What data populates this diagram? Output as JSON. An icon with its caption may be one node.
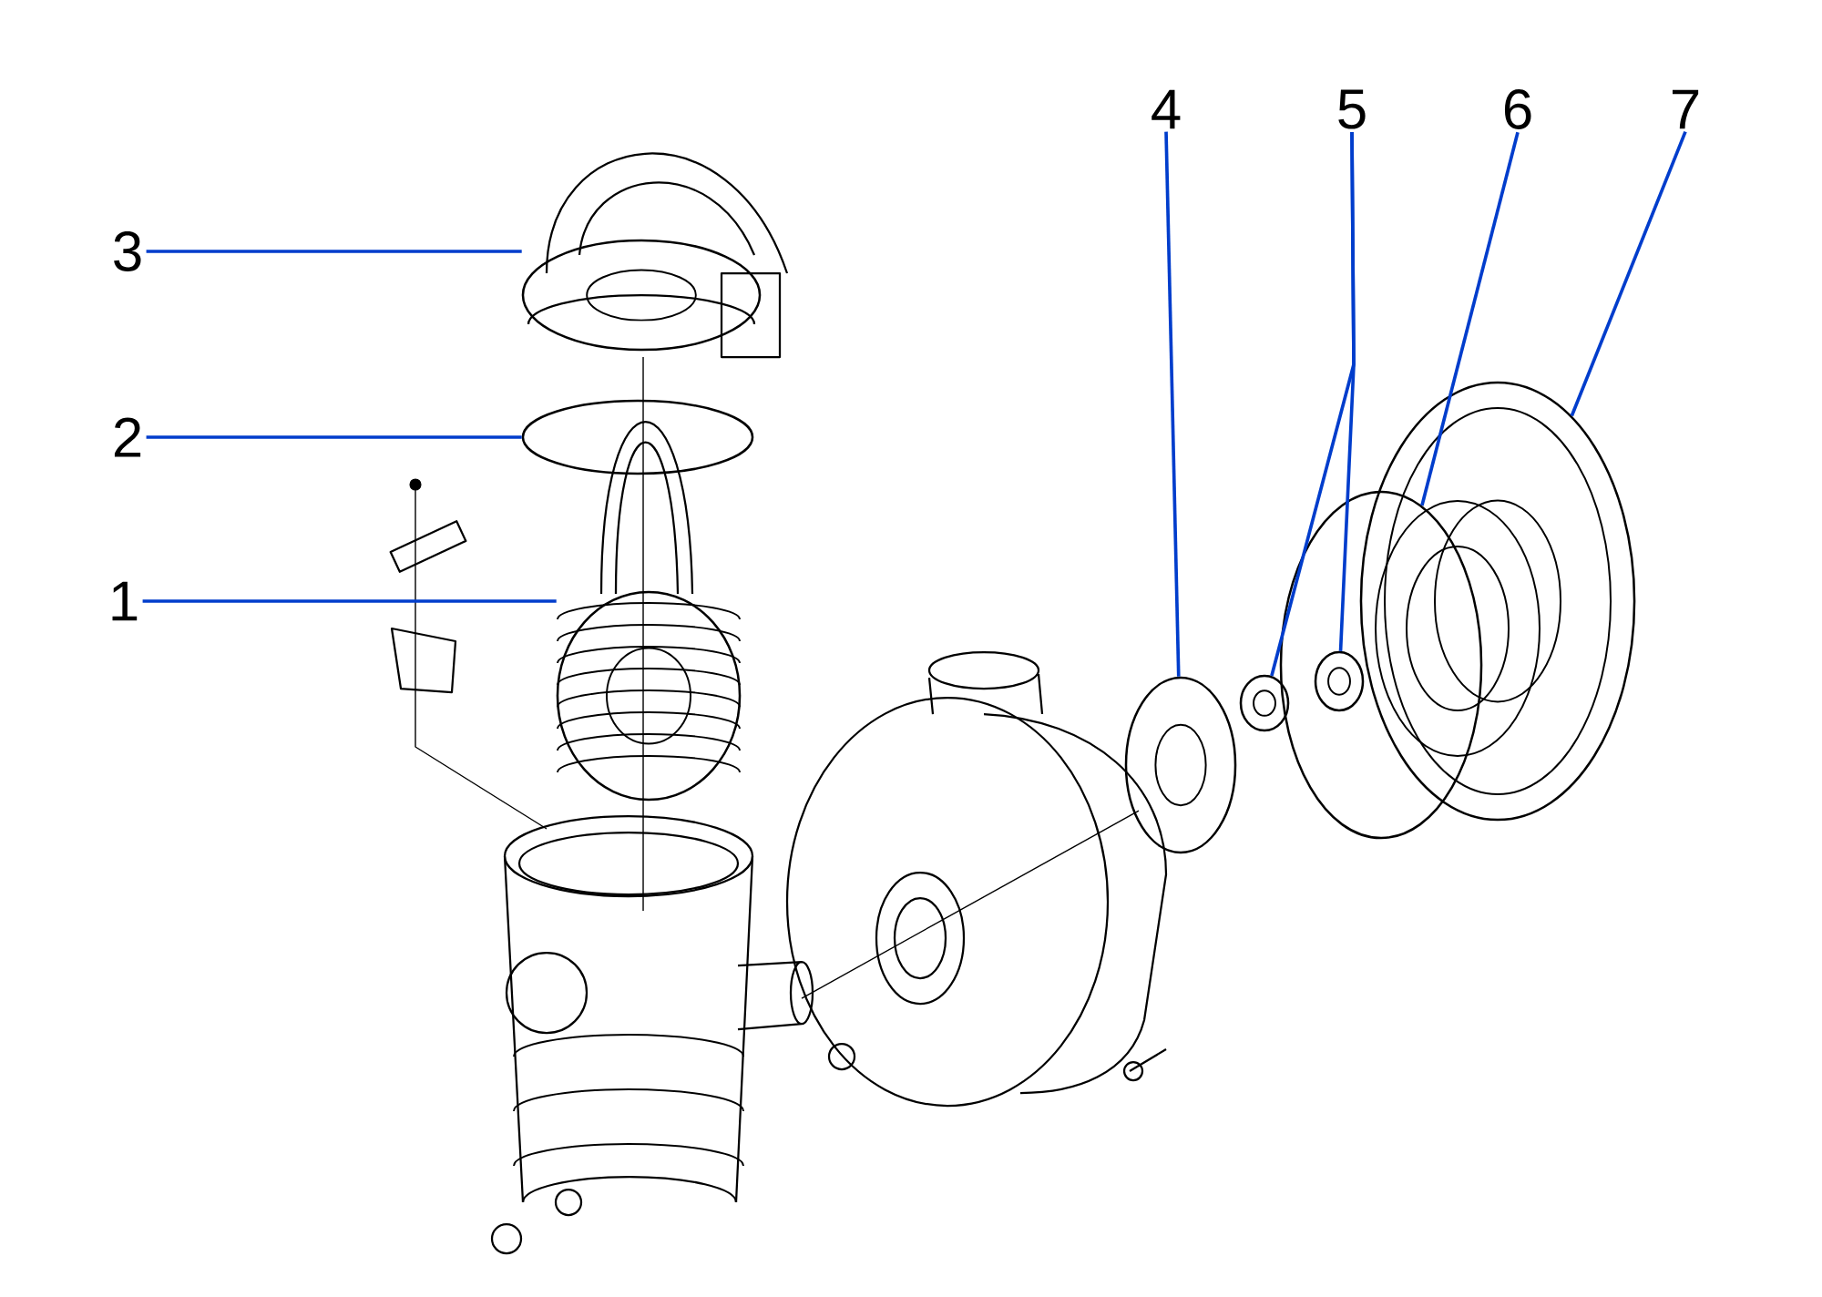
{
  "diagram": {
    "nodes": [
      {
        "text": [
          "3"
        ]
      },
      {
        "text": [],
        "shape": "picture"
      },
      {
        "text": [
          "2"
        ]
      },
      {
        "text": [],
        "shape": "circle"
      },
      {
        "text": [
          "1"
        ]
      },
      {
        "text": [],
        "shape": "picture"
      },
      {
        "text": [
          "4"
        ]
      },
      {
        "text": [],
        "shape": "picture"
      },
      {
        "text": [
          "5"
        ]
      },
      {
        "text": [],
        "shape": "picture"
      },
      {
        "text": [],
        "shape": "picture",
        "in": 12
      },
      {
        "text": [
          "6"
        ]
      },
      {
        "text": [],
        "shape": "circle"
      },
      {
        "text": [
          "7"
        ]
      },
      {
        "text": [],
        "shape": "picture"
      }
    ],
    "edges": [
      {
        "from": 0,
        "to": 1,
        "arrow": "none"
      },
      {
        "from": 2,
        "to": 3,
        "arrow": "none"
      },
      {
        "from": 4,
        "to": 5,
        "arrow": "none"
      },
      {
        "from": 6,
        "to": 7,
        "arrow": "none"
      },
      {
        "from": 8,
        "to": 9,
        "arrow": "none"
      },
      {
        "from": 8,
        "to": 10,
        "arrow": "none"
      },
      {
        "from": 11,
        "to": 12,
        "arrow": "none"
      },
      {
        "from": 13,
        "to": 14,
        "arrow": "none"
      }
    ]
  }
}
